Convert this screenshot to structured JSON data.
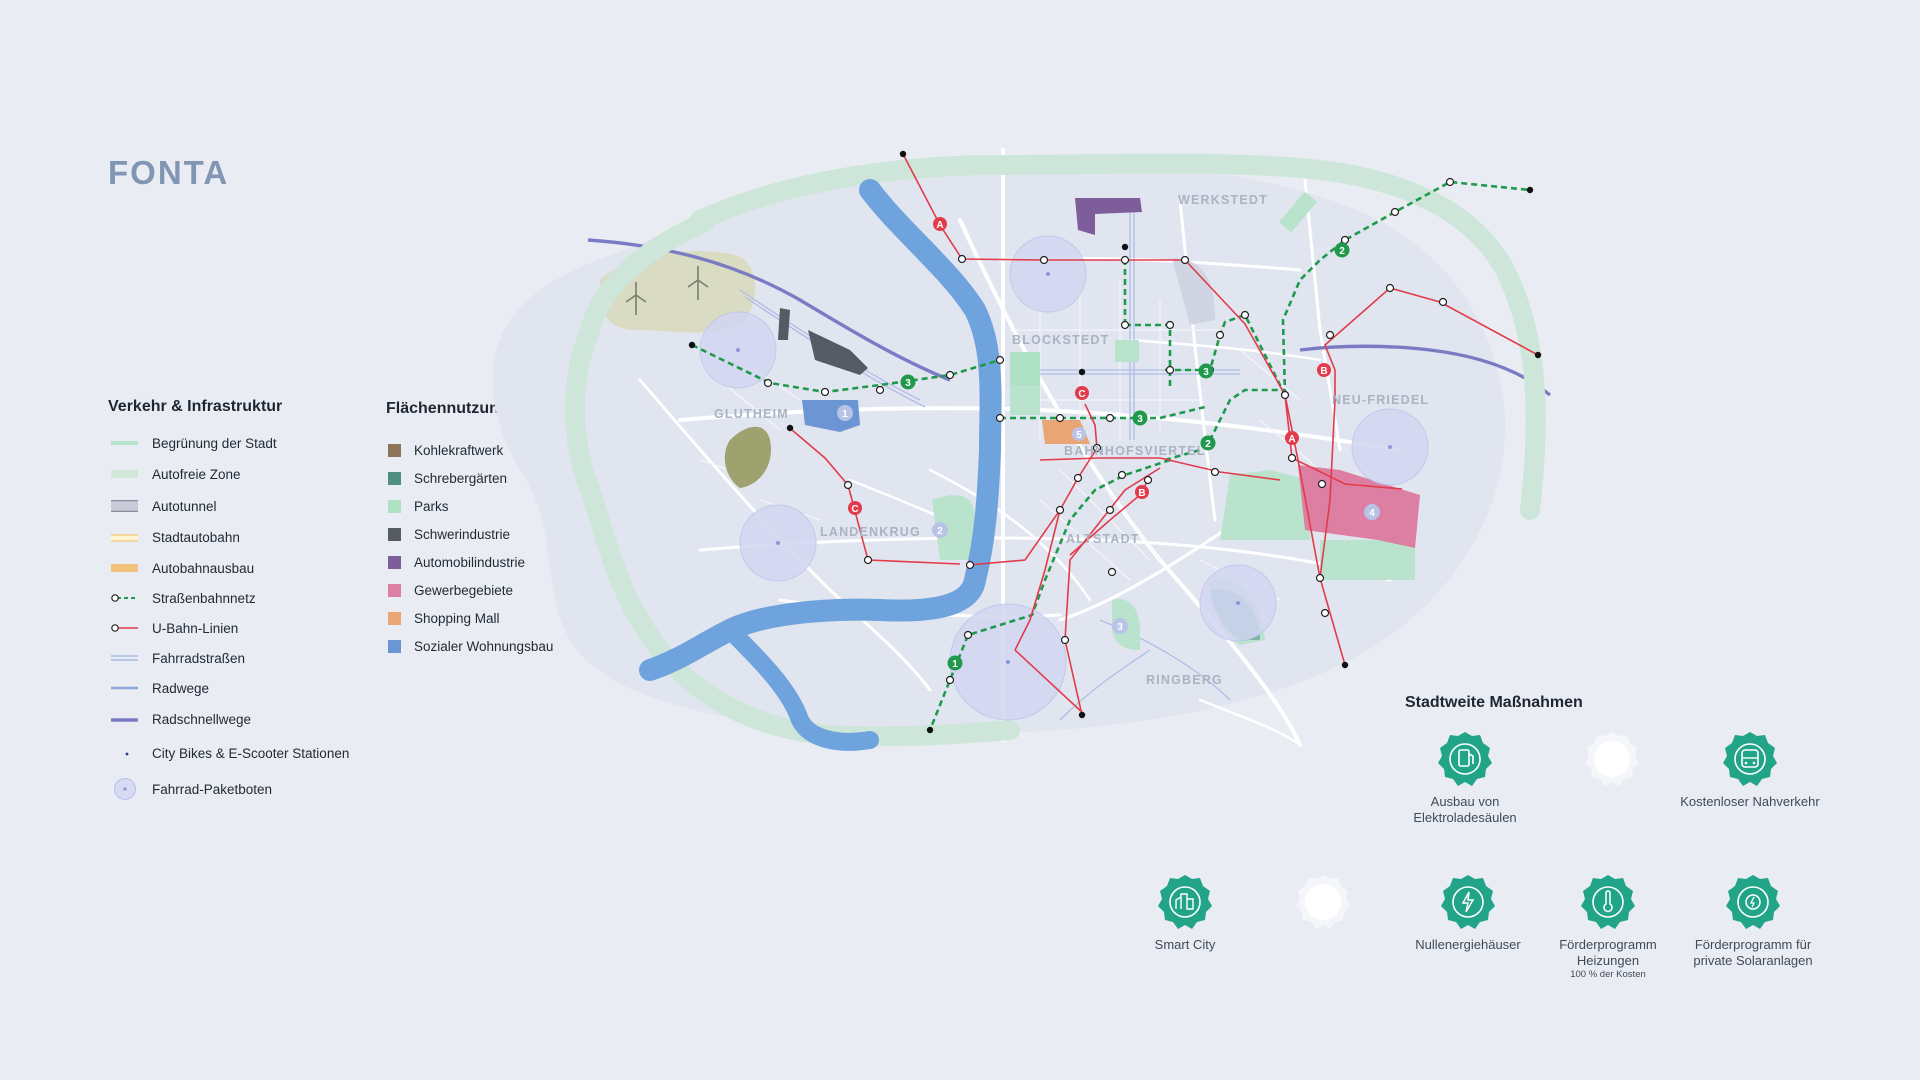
{
  "brand": "FONTA",
  "legend_infra": {
    "title": "Verkehr & Infrastruktur",
    "items": [
      {
        "label": "Begrünung der Stadt",
        "icon": "green-line-icon"
      },
      {
        "label": "Autofreie Zone",
        "icon": "light-band-icon"
      },
      {
        "label": "Autotunnel",
        "icon": "tunnel-icon"
      },
      {
        "label": "Stadtautobahn",
        "icon": "city-highway-icon"
      },
      {
        "label": "Autobahnausbau",
        "icon": "highway-expansion-icon"
      },
      {
        "label": "Straßenbahnnetz",
        "icon": "tram-line-icon"
      },
      {
        "label": "U-Bahn-Linien",
        "icon": "subway-line-icon"
      },
      {
        "label": "Fahrradstraßen",
        "icon": "bike-street-icon"
      },
      {
        "label": "Radwege",
        "icon": "bike-path-icon"
      },
      {
        "label": "Radschnellwege",
        "icon": "bike-express-icon"
      },
      {
        "label": "City Bikes & E-Scooter Stationen",
        "icon": "station-dot-icon"
      },
      {
        "label": "Fahrrad-Paketboten",
        "icon": "courier-circle-icon"
      }
    ]
  },
  "legend_area": {
    "title": "Flächennutzung",
    "items": [
      {
        "label": "Kohlekraftwerk",
        "color": "#8d7358"
      },
      {
        "label": "Schrebergärten",
        "color": "#4f8f7f"
      },
      {
        "label": "Parks",
        "color": "#aee0c4"
      },
      {
        "label": "Schwerindustrie",
        "color": "#555b62"
      },
      {
        "label": "Automobilindustrie",
        "color": "#7e5d9b"
      },
      {
        "label": "Gewerbegebiete",
        "color": "#dc7fa3"
      },
      {
        "label": "Shopping Mall",
        "color": "#e9a574"
      },
      {
        "label": "Sozialer Wohnungsbau",
        "color": "#6b95d3"
      }
    ]
  },
  "colors": {
    "river": "#6fa3dd",
    "green_ring": "#cde6d9",
    "subway": "#e23b4a",
    "tram": "#1f9a4c",
    "badge": "#22a488",
    "bike_express": "#7b7bc4"
  },
  "map": {
    "districts": [
      "WERKSTEDT",
      "BLOCKSTEDT",
      "GLUTHEIM",
      "NEU-FRIEDEL",
      "BAHNHOFSVIERTEL",
      "LANDENKRUG",
      "ALTSTADT",
      "RINGBERG"
    ],
    "subway_lines": [
      "A",
      "B",
      "C"
    ],
    "tram_lines": [
      "1",
      "2",
      "3"
    ],
    "zone_numbers": [
      "1",
      "2",
      "3",
      "4",
      "5"
    ]
  },
  "measures": {
    "title": "Stadtweite Maßnahmen",
    "items": [
      {
        "label": "Ausbau von Elektroladesäulen",
        "sub": "",
        "icon": "charging-station-icon",
        "active": true
      },
      {
        "label": "",
        "sub": "",
        "icon": "empty-badge-icon",
        "active": false
      },
      {
        "label": "Kostenloser Nahverkehr",
        "sub": "",
        "icon": "tram-ticket-icon",
        "active": true
      },
      {
        "label": "Smart City",
        "sub": "",
        "icon": "smart-city-icon",
        "active": true
      },
      {
        "label": "",
        "sub": "",
        "icon": "empty-badge-icon",
        "active": false
      },
      {
        "label": "Nullenergiehäuser",
        "sub": "",
        "icon": "energy-house-icon",
        "active": true
      },
      {
        "label": "Förderprogramm Heizungen",
        "sub": "100 % der Kosten",
        "icon": "thermometer-icon",
        "active": true
      },
      {
        "label": "Förderprogramm für private Solaranlagen",
        "sub": "",
        "icon": "solar-icon",
        "active": true
      }
    ]
  }
}
